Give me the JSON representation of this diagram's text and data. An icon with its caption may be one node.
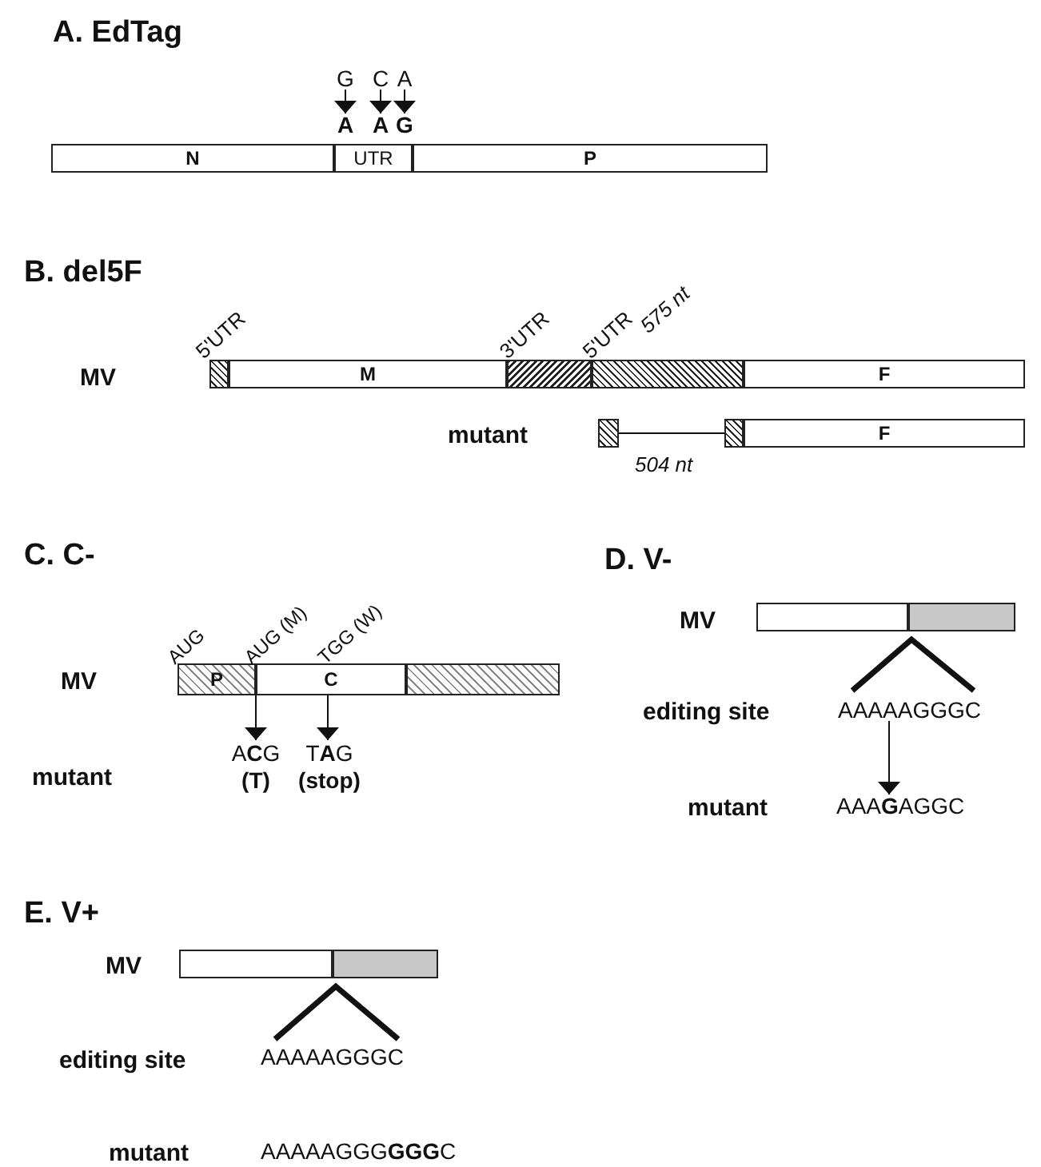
{
  "diagram": {
    "nodes": [
      {
        "text": [
          "N"
        ]
      },
      {
        "text": [
          "UTR"
        ]
      },
      {
        "text": [
          "P"
        ]
      },
      {
        "text": [
          "G"
        ]
      },
      {
        "text": [
          "C"
        ]
      },
      {
        "text": [
          "A"
        ]
      },
      {
        "text": [
          "A"
        ]
      },
      {
        "text": [
          "A"
        ]
      },
      {
        "text": [
          "G"
        ]
      },
      {
        "text": [],
        "shape": "box"
      },
      {
        "text": [
          "M"
        ]
      },
      {
        "text": [],
        "shape": "box"
      },
      {
        "text": [],
        "shape": "box"
      },
      {
        "text": [
          "F"
        ]
      },
      {
        "text": [],
        "shape": "box"
      },
      {
        "text": [],
        "shape": "box"
      },
      {
        "text": [
          "F"
        ]
      },
      {
        "text": [
          "P"
        ]
      },
      {
        "text": [
          "C"
        ]
      },
      {
        "text": [],
        "shape": "box"
      },
      {
        "text": [
          "A**C**G",
          "(T)"
        ]
      },
      {
        "text": [
          "T**A**G",
          "(stop)"
        ]
      },
      {
        "text": [],
        "shape": "box"
      },
      {
        "text": [],
        "shape": "box"
      },
      {
        "text": [
          "AAAAAGGGC"
        ]
      },
      {
        "text": [
          "AAA**G**AGGC"
        ]
      },
      {
        "text": [],
        "shape": "box"
      },
      {
        "text": [],
        "shape": "box"
      },
      {
        "text": [
          "AAAAAGGGC"
        ]
      },
      {
        "text": [
          "AAAAAGGG**GGG**C"
        ]
      }
    ],
    "edges": [
      {
        "from": 3,
        "to": 6,
        "arrow": "to"
      },
      {
        "from": 4,
        "to": 7,
        "arrow": "to"
      },
      {
        "from": 5,
        "to": 8,
        "arrow": "to"
      },
      {
        "from": 14,
        "to": 15,
        "arrow": "none"
      },
      {
        "from": 18,
        "to": 20,
        "arrow": "to"
      },
      {
        "from": 18,
        "to": 21,
        "arrow": "to"
      },
      {
        "from": 24,
        "to": 25,
        "arrow": "to"
      }
    ],
    "labels": [
      "A. EdTag",
      "B. del5F",
      "MV",
      "5'UTR",
      "3'UTR",
      "5'UTR",
      "575 nt",
      "mutant",
      "504 nt",
      "C. C-",
      "AUG",
      "AUG (M)",
      "TGG (W)",
      "MV",
      "mutant",
      "D. V-",
      "MV",
      "editing site",
      "mutant",
      "E. V+",
      "MV",
      "editing site",
      "mutant"
    ]
  }
}
